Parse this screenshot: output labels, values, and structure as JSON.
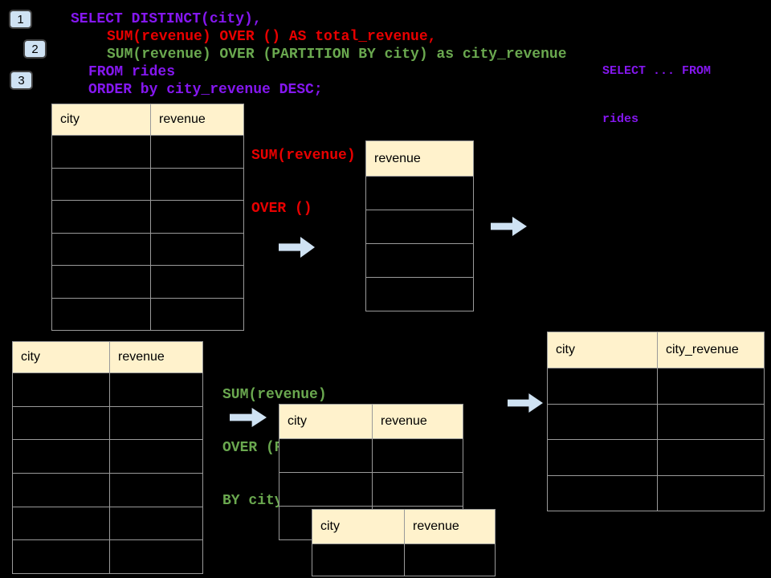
{
  "colors": {
    "background": "#000000",
    "purple": "#8517f0",
    "red": "#e80000",
    "green": "#6aa84f",
    "header_fill": "#fff2cc",
    "table_border": "#9a9a9a",
    "arrow_fill": "#cfe2f3",
    "badge_fill": "#cfe2f3",
    "badge_border": "#434343"
  },
  "badges": {
    "items": [
      "1",
      "2",
      "3"
    ]
  },
  "sql": {
    "line1": "SELECT DISTINCT(city),",
    "line2": "SUM(revenue) OVER () AS total_revenue,",
    "line3": "SUM(revenue) OVER (PARTITION BY city) as city_revenue",
    "line4": "FROM rides",
    "line5": "ORDER by city_revenue DESC;"
  },
  "side_note": {
    "line1": "SELECT ... FROM",
    "line2": "rides"
  },
  "annotations": {
    "total": {
      "line1": "SUM(revenue)",
      "line2": "OVER ()"
    },
    "partition": {
      "line1": "SUM(revenue)",
      "line2": "OVER (PARTITION",
      "line3": "BY city)"
    }
  },
  "tables": {
    "source_top": {
      "columns": [
        "city",
        "revenue"
      ],
      "row_count": 6
    },
    "total_result": {
      "columns": [
        "revenue"
      ],
      "row_count": 4
    },
    "source_bottom": {
      "columns": [
        "city",
        "revenue"
      ],
      "row_count": 6
    },
    "partition_step": {
      "columns": [
        "city",
        "revenue"
      ],
      "row_count": 3
    },
    "partition_front": {
      "columns": [
        "city",
        "revenue"
      ],
      "row_count": 1
    },
    "final_result": {
      "columns": [
        "city",
        "city_revenue"
      ],
      "row_count": 4
    }
  }
}
